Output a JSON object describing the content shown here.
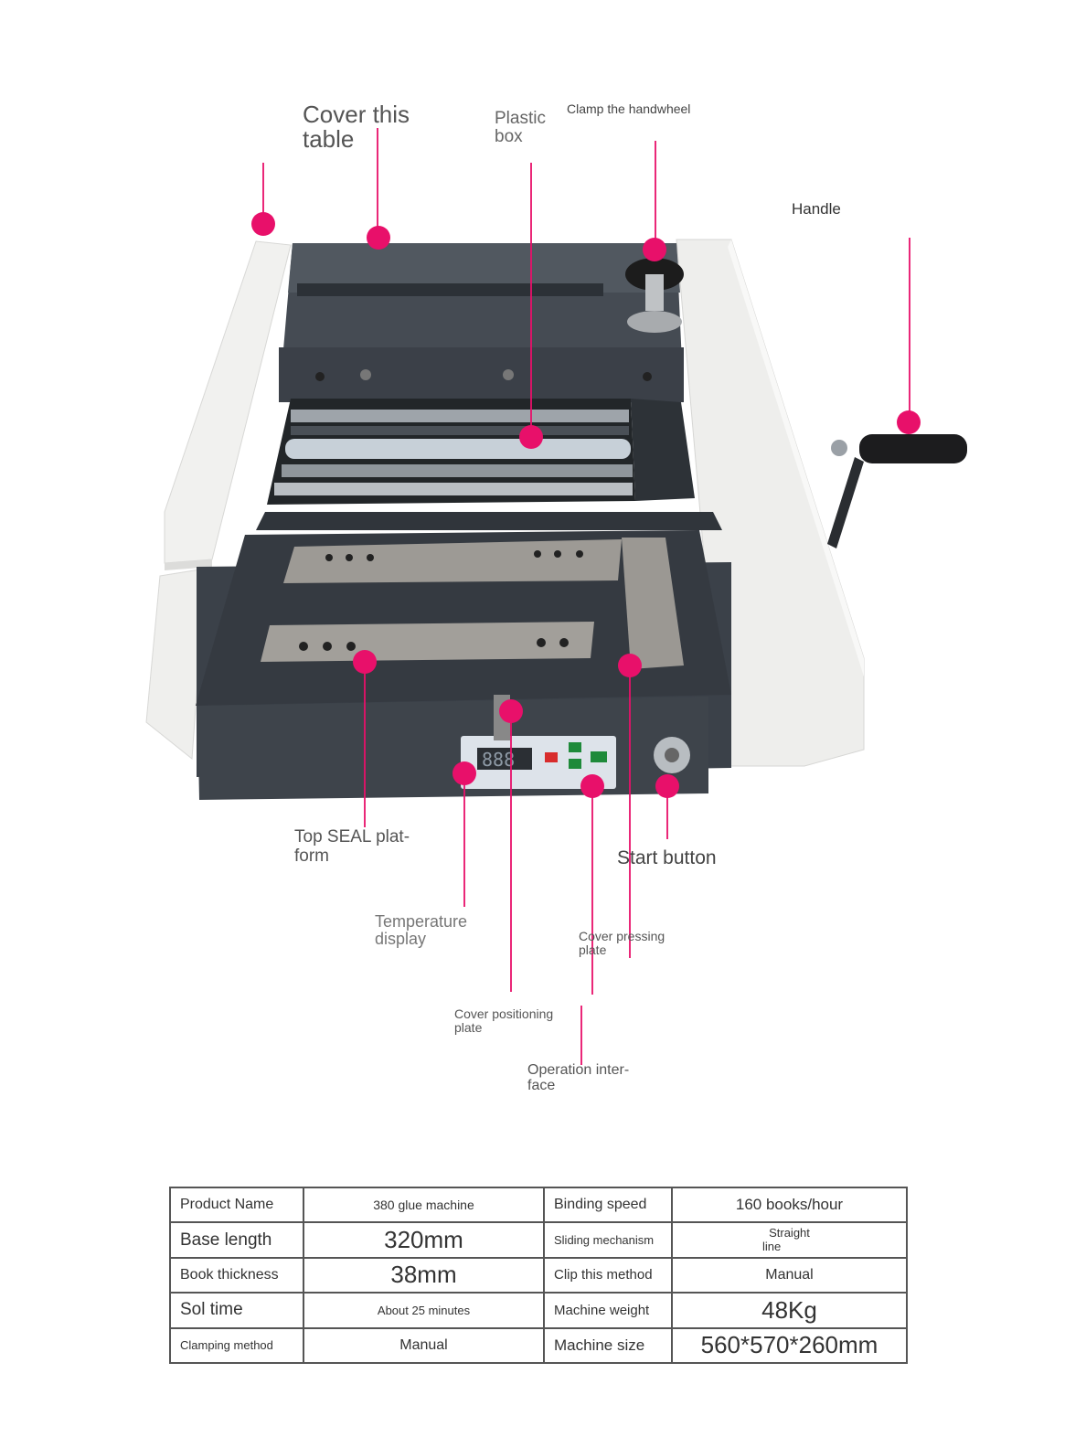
{
  "callouts": {
    "cover_table_line1": "Cover this",
    "cover_table_line2": "table",
    "plastic_box_line1": "Plastic",
    "plastic_box_line2": "box",
    "clamp_handwheel": "Clamp the handwheel",
    "handle": "Handle",
    "top_seal_line1": "Top SEAL plat-",
    "top_seal_line2": "form",
    "start_button": "Start button",
    "temp_display_line1": "Temperature",
    "temp_display_line2": "display",
    "cover_pressing_line1": "Cover pressing",
    "cover_pressing_line2": "plate",
    "cover_positioning_line1": "Cover positioning",
    "cover_positioning_line2": "plate",
    "operation_interface_line1": "Operation inter-",
    "operation_interface_line2": "face"
  },
  "panel": {
    "display_digits": "888"
  },
  "spec_table": {
    "rows": [
      {
        "k1": "Product Name",
        "v1": "380 glue machine",
        "k2": "Binding speed",
        "v2": "160 books/hour"
      },
      {
        "k1": "Base length",
        "v1": "320mm",
        "k2": "Sliding mechanism",
        "v2a": "Straight",
        "v2b": "line"
      },
      {
        "k1": "Book thickness",
        "v1": "38mm",
        "k2": "Clip this method",
        "v2": "Manual"
      },
      {
        "k1": "Sol time",
        "v1": "About 25 minutes",
        "k2": "Machine weight",
        "v2": "48Kg"
      },
      {
        "k1": "Clamping method",
        "v1": "Manual",
        "k2": "Machine size",
        "v2": "560*570*260mm"
      }
    ]
  },
  "colors": {
    "callout_dot": "#e8106a",
    "callout_line": "#e8106a",
    "machine_body": "#3a4047",
    "machine_side": "#f2f2f0"
  }
}
